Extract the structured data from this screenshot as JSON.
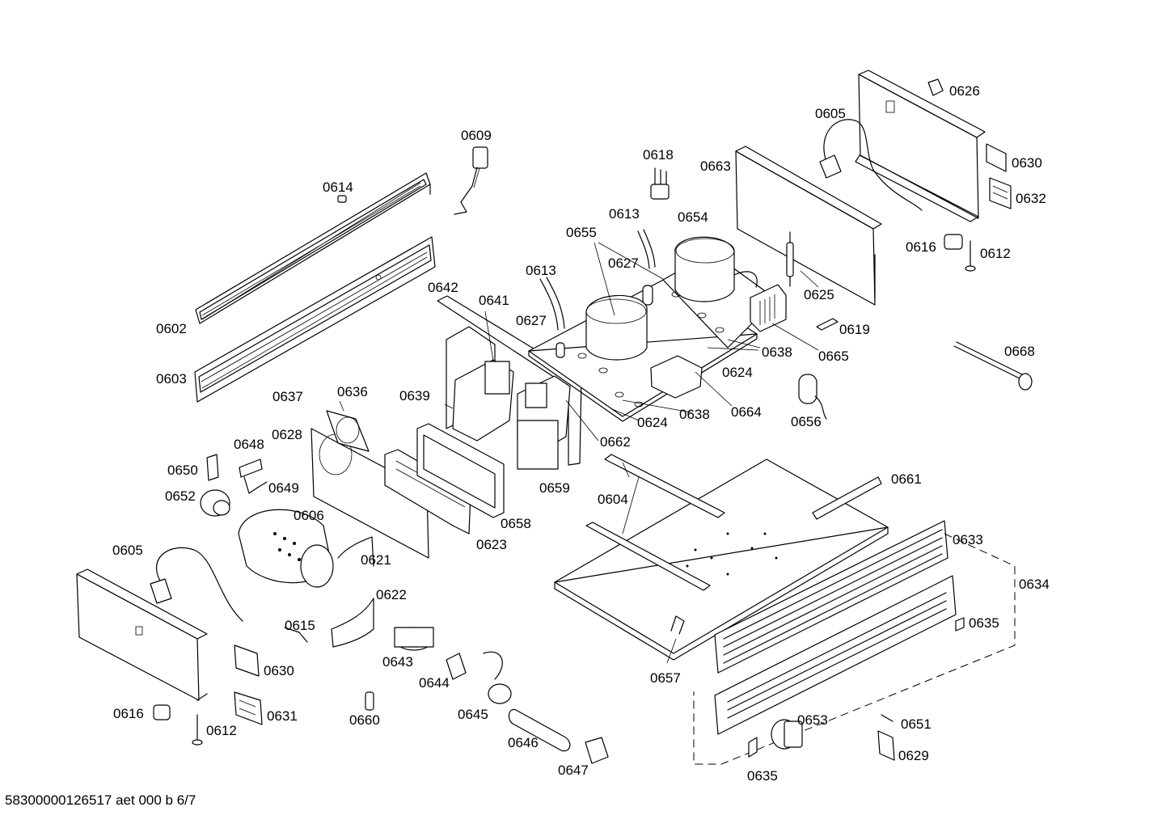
{
  "labels": {
    "p0602": "0602",
    "p0603": "0603",
    "p0604": "0604",
    "p0605a": "0605",
    "p0605b": "0605",
    "p0606": "0606",
    "p0609": "0609",
    "p0612a": "0612",
    "p0612b": "0612",
    "p0613a": "0613",
    "p0613b": "0613",
    "p0614": "0614",
    "p0615": "0615",
    "p0616a": "0616",
    "p0616b": "0616",
    "p0618": "0618",
    "p0619": "0619",
    "p0621": "0621",
    "p0622": "0622",
    "p0623": "0623",
    "p0624a": "0624",
    "p0624b": "0624",
    "p0625": "0625",
    "p0626": "0626",
    "p0627a": "0627",
    "p0627b": "0627",
    "p0628": "0628",
    "p0629": "0629",
    "p0630a": "0630",
    "p0630b": "0630",
    "p0631": "0631",
    "p0632": "0632",
    "p0633": "0633",
    "p0634": "0634",
    "p0635a": "0635",
    "p0635b": "0635",
    "p0636": "0636",
    "p0637": "0637",
    "p0638a": "0638",
    "p0638b": "0638",
    "p0639": "0639",
    "p0641": "0641",
    "p0642": "0642",
    "p0643": "0643",
    "p0644": "0644",
    "p0645": "0645",
    "p0646": "0646",
    "p0647": "0647",
    "p0648": "0648",
    "p0649": "0649",
    "p0650": "0650",
    "p0651": "0651",
    "p0652": "0652",
    "p0653": "0653",
    "p0654": "0654",
    "p0655": "0655",
    "p0656": "0656",
    "p0657": "0657",
    "p0658": "0658",
    "p0659": "0659",
    "p0660": "0660",
    "p0661": "0661",
    "p0662": "0662",
    "p0663": "0663",
    "p0664": "0664",
    "p0665": "0665",
    "p0668": "0668"
  },
  "footer": {
    "code": "58300000126517 aet 000 b 6/7"
  }
}
